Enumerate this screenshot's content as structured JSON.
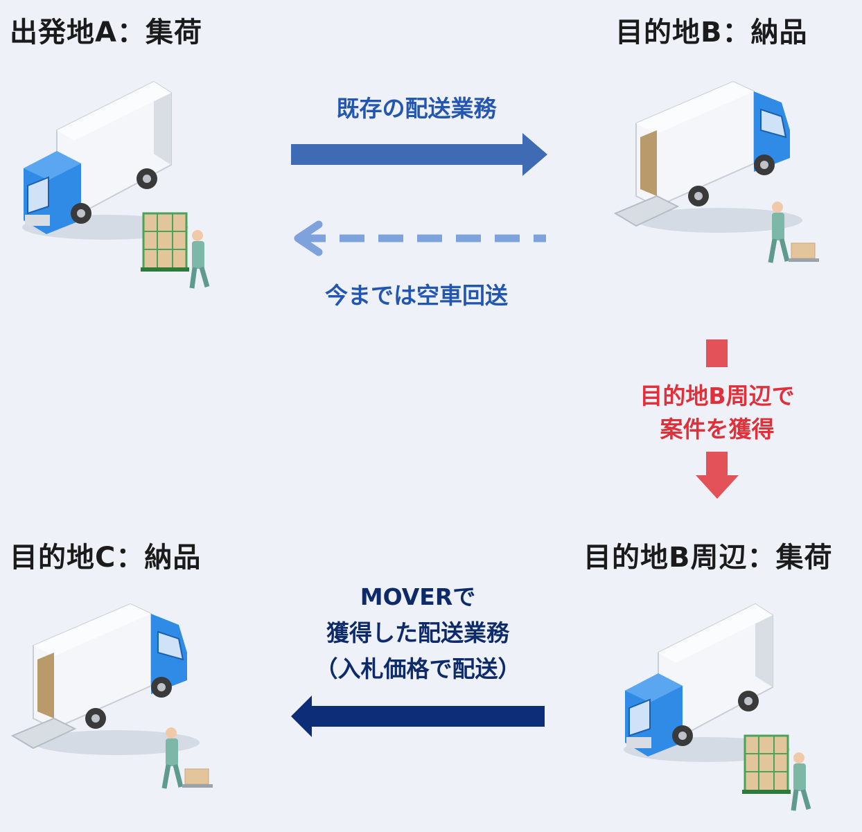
{
  "headings": {
    "origin_a": "出発地A：集荷",
    "dest_b": "目的地B：納品",
    "dest_c": "目的地C：納品",
    "b_area": "目的地B周辺：集荷"
  },
  "arrows": {
    "existing": "既存の配送業務",
    "empty_return": "今までは空車回送",
    "acquire": [
      "目的地B周辺で",
      "案件を獲得"
    ],
    "mover": [
      "MOVERで",
      "獲得した配送業務",
      "（入札価格で配送）"
    ]
  },
  "colors": {
    "existing_arrow": "#3f6bb5",
    "return_arrow": "#7ea2dc",
    "acquire_arrow": "#e25258",
    "mover_arrow": "#0d2d78",
    "truck_cab": "#2f8be6"
  }
}
